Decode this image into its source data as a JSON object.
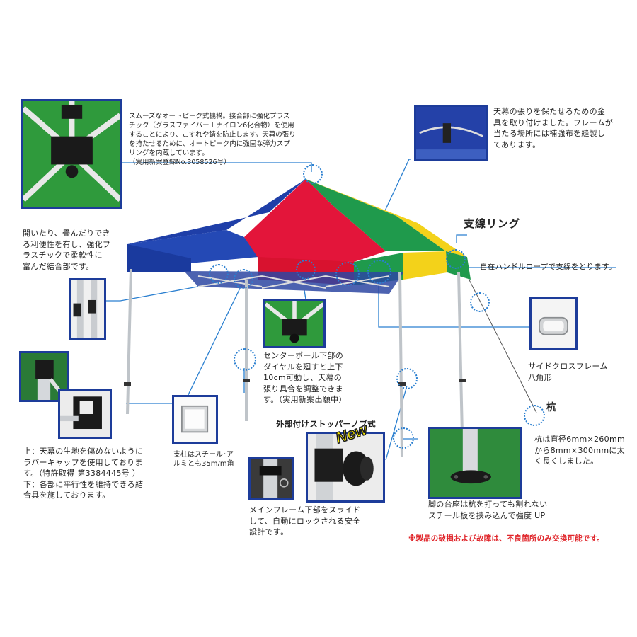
{
  "callouts": {
    "autopeak": "スムーズなオートピーク式機構。接合部に強化プラス\nチック（グラスファイバー＋ナイロン6化合物）を使用\nすることにより、こすれや錆を防止します。天幕の張り\nを持たせるために、オートピーク内に強固な弾力スプ\nリングを内蔵しています。\n（実用新案登録No.3058526号）",
    "canopy_tension": "天幕の張りを保たせるための金\n具を取り付けました。フレームが\n当たる場所には補強布を縫製し\nてあります。",
    "joint": "開いたり、畳んだりでき\nる利便性を有し、強化プ\nラスチックで柔軟性に\n富んだ結合部です。",
    "guy_ring_title": "支線リング",
    "guy_ring": "自在ハンドルロープで支線をとります。",
    "side_frame": "サイドクロスフレーム\n八角形",
    "center_pole": "センターポール下部の\nダイヤルを廻すと上下\n10cm可動し、天幕の\n張り具合を調整できま\nす。（実用新案出願中）",
    "peg_title": "杭",
    "peg": "杭は直径6mm×260mm\nから8mm×300mmに太\nく長くしました。",
    "stopper_title": "外部付けストッパーノブ式",
    "new_badge": "New",
    "column": "支柱はスチール･ア\nルミとも35m/m角",
    "rubber_cap": "上：天幕の生地を傷めないように\nラバーキャップを使用しておりま\nす。（特許取得 第3384445号 ）\n下：各部に平行性を維持できる結\n合具を施しております。",
    "main_frame": "メインフレーム下部をスライド\nして、自動にロックされる安全\n設計です。",
    "base_plate": "脚の台座は杭を打っても割れない\nスチール板を挟み込んで強度 UP",
    "warning": "※製品の破損および故障は、不良箇所のみ交換可能です。"
  },
  "colors": {
    "frame_border": "#1d3c9a",
    "detail_circle": "#2a7fd0",
    "warning": "#e0262b",
    "canopy_blue": "#1f3fa8",
    "canopy_red": "#e3153a",
    "canopy_green": "#1f9a4c",
    "canopy_yellow": "#f3d21a",
    "new_badge": "#f2e600"
  }
}
